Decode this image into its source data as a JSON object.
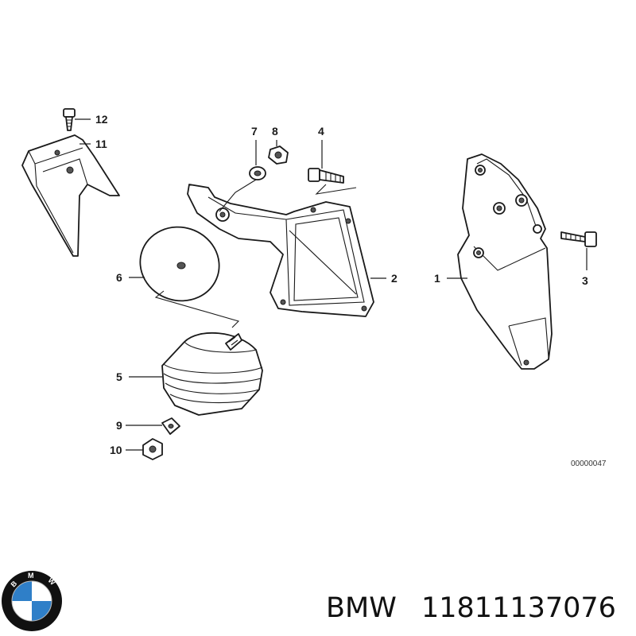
{
  "diagram": {
    "callouts": [
      {
        "id": "12",
        "label": "12"
      },
      {
        "id": "11",
        "label": "11"
      },
      {
        "id": "7",
        "label": "7"
      },
      {
        "id": "8",
        "label": "8"
      },
      {
        "id": "4",
        "label": "4"
      },
      {
        "id": "6",
        "label": "6"
      },
      {
        "id": "2",
        "label": "2"
      },
      {
        "id": "1",
        "label": "1"
      },
      {
        "id": "3",
        "label": "3"
      },
      {
        "id": "5",
        "label": "5"
      },
      {
        "id": "9",
        "label": "9"
      },
      {
        "id": "10",
        "label": "10"
      }
    ],
    "reference_code": "00000047"
  },
  "logo": {
    "letters": [
      "B",
      "M",
      "W"
    ],
    "colors": {
      "ring": "#111111",
      "blue": "#2f7fc8",
      "white": "#ffffff"
    }
  },
  "footer": {
    "brand": "BMW",
    "part_number": "11811137076"
  }
}
